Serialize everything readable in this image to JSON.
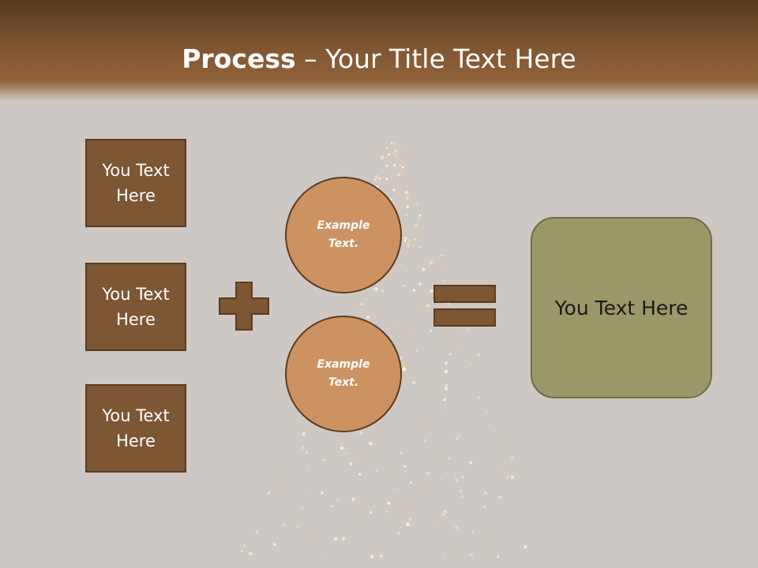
{
  "slide": {
    "title_bold": "Process",
    "title_rest": " – Your Title Text Here"
  },
  "inputs": [
    {
      "label": "You Text Here"
    },
    {
      "label": "You Text Here"
    },
    {
      "label": "You Text Here"
    }
  ],
  "circles": [
    {
      "label": "Example Text."
    },
    {
      "label": "Example Text."
    }
  ],
  "result": {
    "label": "You Text Here"
  },
  "operators": {
    "plus_icon": "plus-icon",
    "equals_icon": "equals-icon"
  },
  "colors": {
    "header_dark": "#56391f",
    "box_fill": "#7d5634",
    "circle_fill": "#cc9262",
    "result_fill": "#9a9868",
    "background": "#cdc8c3"
  }
}
